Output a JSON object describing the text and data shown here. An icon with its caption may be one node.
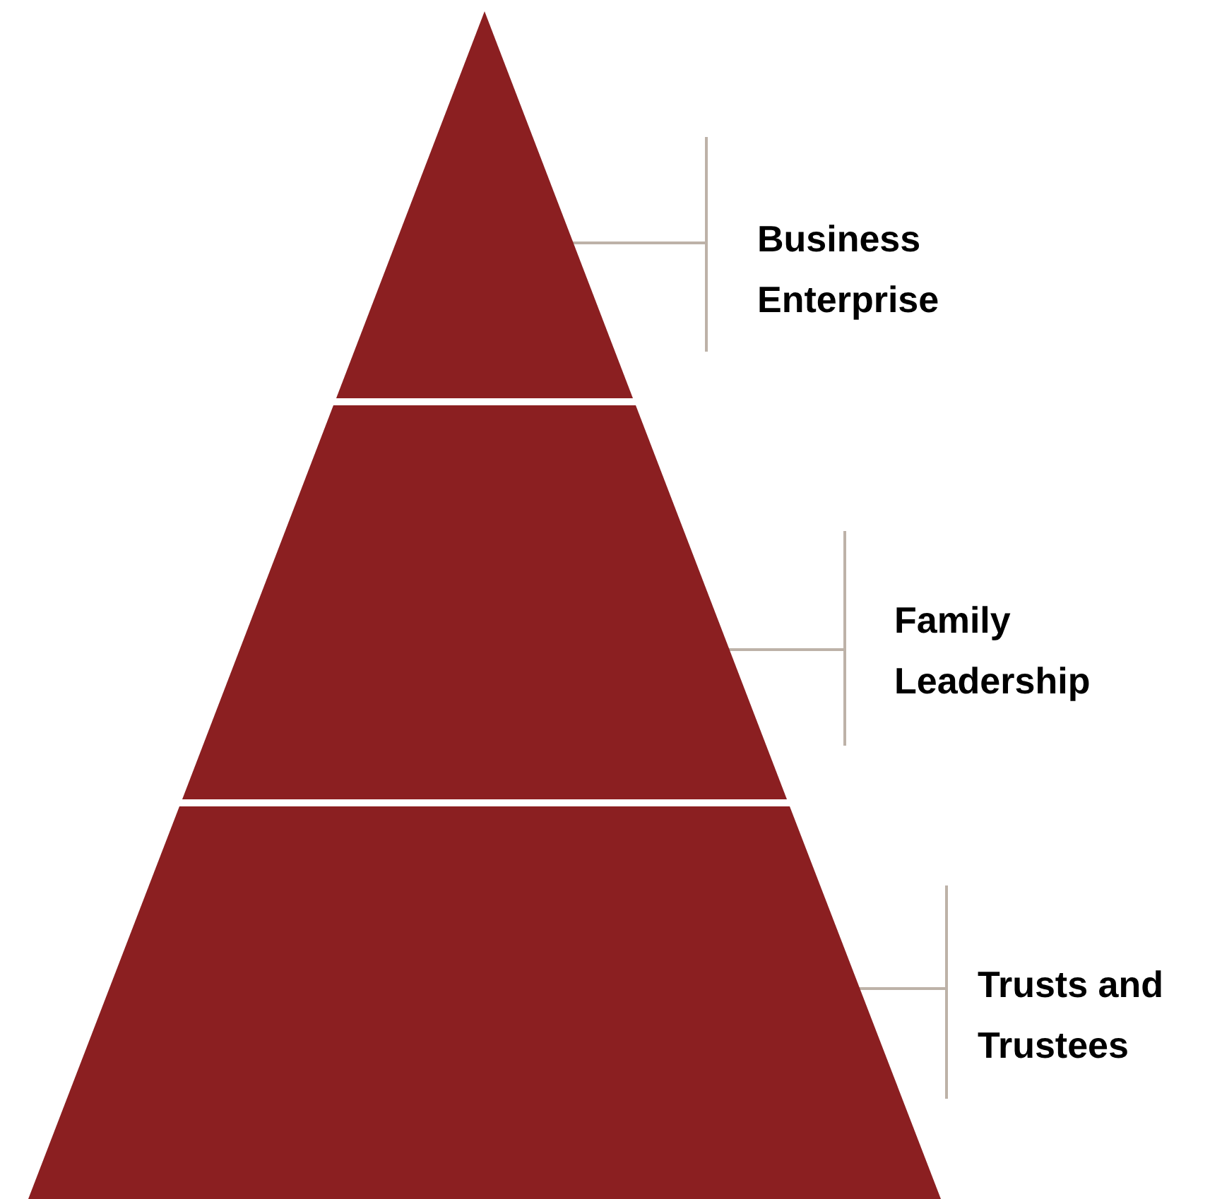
{
  "diagram": {
    "nodes": [
      {
        "text": [],
        "shape": "triangle"
      },
      {
        "text": [
          "Business Enterprise"
        ]
      },
      {
        "text": [],
        "shape": "trapezoid"
      },
      {
        "text": [
          "Family Leadership"
        ]
      },
      {
        "text": [],
        "shape": "trapezoid"
      },
      {
        "text": [
          "Trusts and Trustees"
        ]
      }
    ],
    "edges": [
      {
        "from": 1,
        "to": 0,
        "arrow": "none"
      },
      {
        "from": 3,
        "to": 2,
        "arrow": "none"
      },
      {
        "from": 5,
        "to": 4,
        "arrow": "none"
      }
    ]
  }
}
